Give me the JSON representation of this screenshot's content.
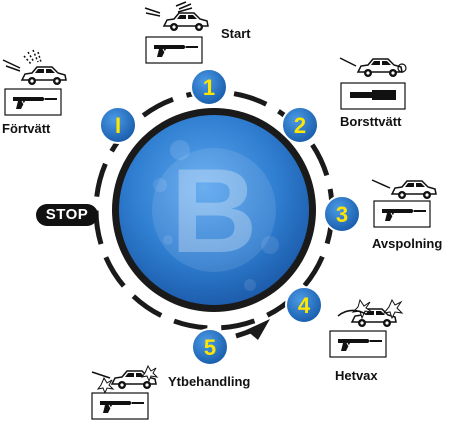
{
  "center_letter": "B",
  "stop_label": "STOP",
  "steps": [
    {
      "number": "1",
      "label": "Start"
    },
    {
      "number": "2",
      "label": "Borsttvätt"
    },
    {
      "number": "3",
      "label": "Avspolning"
    },
    {
      "number": "4",
      "label": "Hetvax"
    },
    {
      "number": "5",
      "label": "Ytbehandling"
    },
    {
      "number": "I",
      "label": "Förtvätt"
    }
  ],
  "icons": [
    "car-icon",
    "spray-gun-icon",
    "brush-icon",
    "sparkle-icon",
    "arrow-icon"
  ],
  "colors": {
    "badge_blue": "#1e6fc4",
    "badge_text": "#ffe600",
    "disc_blue": "#2f7dd0",
    "ring": "#1a1a1a"
  }
}
